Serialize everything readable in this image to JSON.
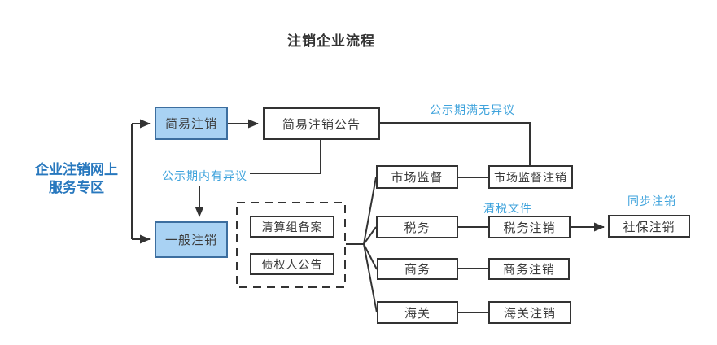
{
  "title": "注销企业流程",
  "sidebar_label": {
    "line1": "企业注销网上",
    "line2": "服务专区"
  },
  "nodes": {
    "simple_deregistration": "简易注销",
    "simple_notice": "简易注销公告",
    "general_deregistration": "一般注销",
    "liquidation_filing": "清算组备案",
    "creditor_notice": "债权人公告",
    "market_supervision": "市场监督",
    "market_supervision_cancel": "市场监督注销",
    "tax": "税务",
    "tax_cancel": "税务注销",
    "social_security_cancel": "社保注销",
    "commerce": "商务",
    "commerce_cancel": "商务注销",
    "customs": "海关",
    "customs_cancel": "海关注销"
  },
  "edge_labels": {
    "no_objection": "公示期满无异议",
    "objection": "公示期内有异议",
    "tax_clearance": "清税文件",
    "sync_cancel": "同步注销"
  },
  "colors": {
    "highlight_node_fill": "#a9d2f3",
    "highlight_node_border": "#3c6e9f",
    "edge_label_blue": "#3fa3dc",
    "sidebar_label_blue": "#2878be",
    "line_color": "#333333"
  }
}
